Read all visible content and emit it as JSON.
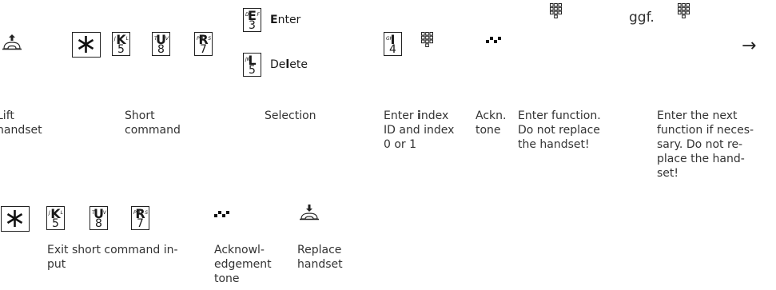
{
  "step1": {
    "keys": {
      "k1": {
        "left": "J",
        "big": "K",
        "right": "L",
        "num": "5"
      },
      "k2": {
        "left": "T",
        "big": "U",
        "right": "V",
        "num": "8"
      },
      "k3": {
        "left": "PQ",
        "big": "R",
        "right": "S",
        "num": "7"
      },
      "enter_key": {
        "left": "D",
        "big": "E",
        "right": "F",
        "num": "3"
      },
      "delete_key": {
        "left": "JK",
        "big": "L",
        "right": "",
        "num": "5"
      },
      "index_key": {
        "left": "GH",
        "big": "I",
        "right": "",
        "num": "4"
      }
    },
    "enter_label": {
      "bold": "E",
      "rest": "nter"
    },
    "delete_label": {
      "pre": "De",
      "bold": "l",
      "post": "ete"
    },
    "ggf_label": "ggf.",
    "arrow": "→",
    "captions": {
      "lift": [
        "Lift",
        "handset"
      ],
      "short_command": [
        "Short",
        "command"
      ],
      "selection": "Selection",
      "enter_index": {
        "pre": "Enter ",
        "bold": "i",
        "post": "ndex",
        "line2": "ID and index",
        "line3": "0 or 1"
      },
      "ackn": [
        "Ackn.",
        "tone"
      ],
      "enter_function": [
        "Enter function.",
        "Do not replace",
        "the handset!"
      ],
      "next_function": [
        "Enter the next",
        "function if neces-",
        "sary. Do not re-",
        "place the hand-",
        "set!"
      ]
    }
  },
  "step2": {
    "keys": {
      "k1": {
        "left": "J",
        "big": "K",
        "right": "L",
        "num": "5"
      },
      "k2": {
        "left": "T",
        "big": "U",
        "right": "V",
        "num": "8"
      },
      "k3": {
        "left": "PQ",
        "big": "R",
        "right": "S",
        "num": "7"
      }
    },
    "captions": {
      "exit": [
        "Exit short command in-",
        "put"
      ],
      "ack": [
        "Acknowl-",
        "edgement",
        "tone"
      ],
      "replace": [
        "Replace",
        "handset"
      ]
    }
  }
}
